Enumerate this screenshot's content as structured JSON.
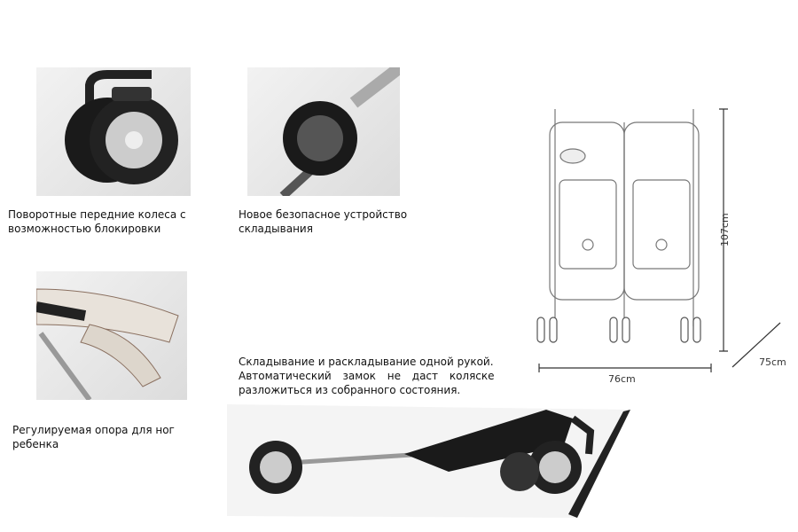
{
  "features": [
    {
      "caption_line1": "Поворотные передние колеса с",
      "caption_line2": "возможностью блокировки"
    },
    {
      "caption_line1": "Новое безопасное устройство",
      "caption_line2": "складывания"
    },
    {
      "caption_line1": "Регулируемая опора для ног",
      "caption_line2": "ребенка"
    },
    {
      "caption_line1": "Складывание и раскладывание одной рукой.",
      "caption_line2": "Автоматический замок не даст коляске",
      "caption_line3": "разложиться из собранного состояния."
    }
  ],
  "dimensions": {
    "height": "107cm",
    "width": "76cm",
    "depth": "75cm"
  }
}
